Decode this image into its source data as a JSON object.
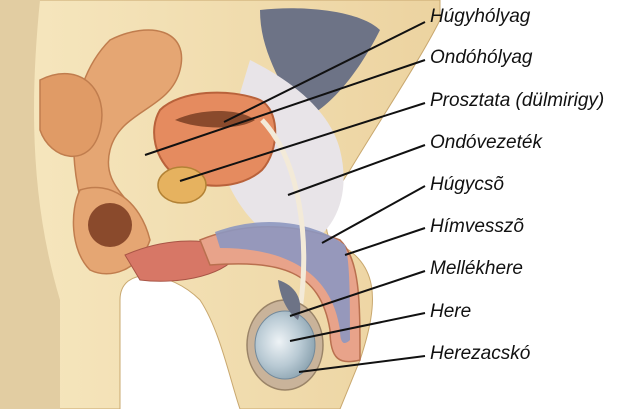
{
  "labels": [
    "Húgyhólyag",
    "Ondóhólyag",
    "Prosztata (dülmirigy)",
    "Ondóvezeték",
    "Húgycsõ",
    "Hímvesszõ",
    "Mellékhere",
    "Here",
    "Herezacskó"
  ],
  "colors": {
    "skin": "#f2dfae",
    "flesh": "#e5a673",
    "muscle": "#d77766",
    "bladder": "#e58b5f",
    "tissue": "#e8e4e8",
    "gray": "#6d7386",
    "blue": "#8d97c0",
    "line": "#111111"
  }
}
